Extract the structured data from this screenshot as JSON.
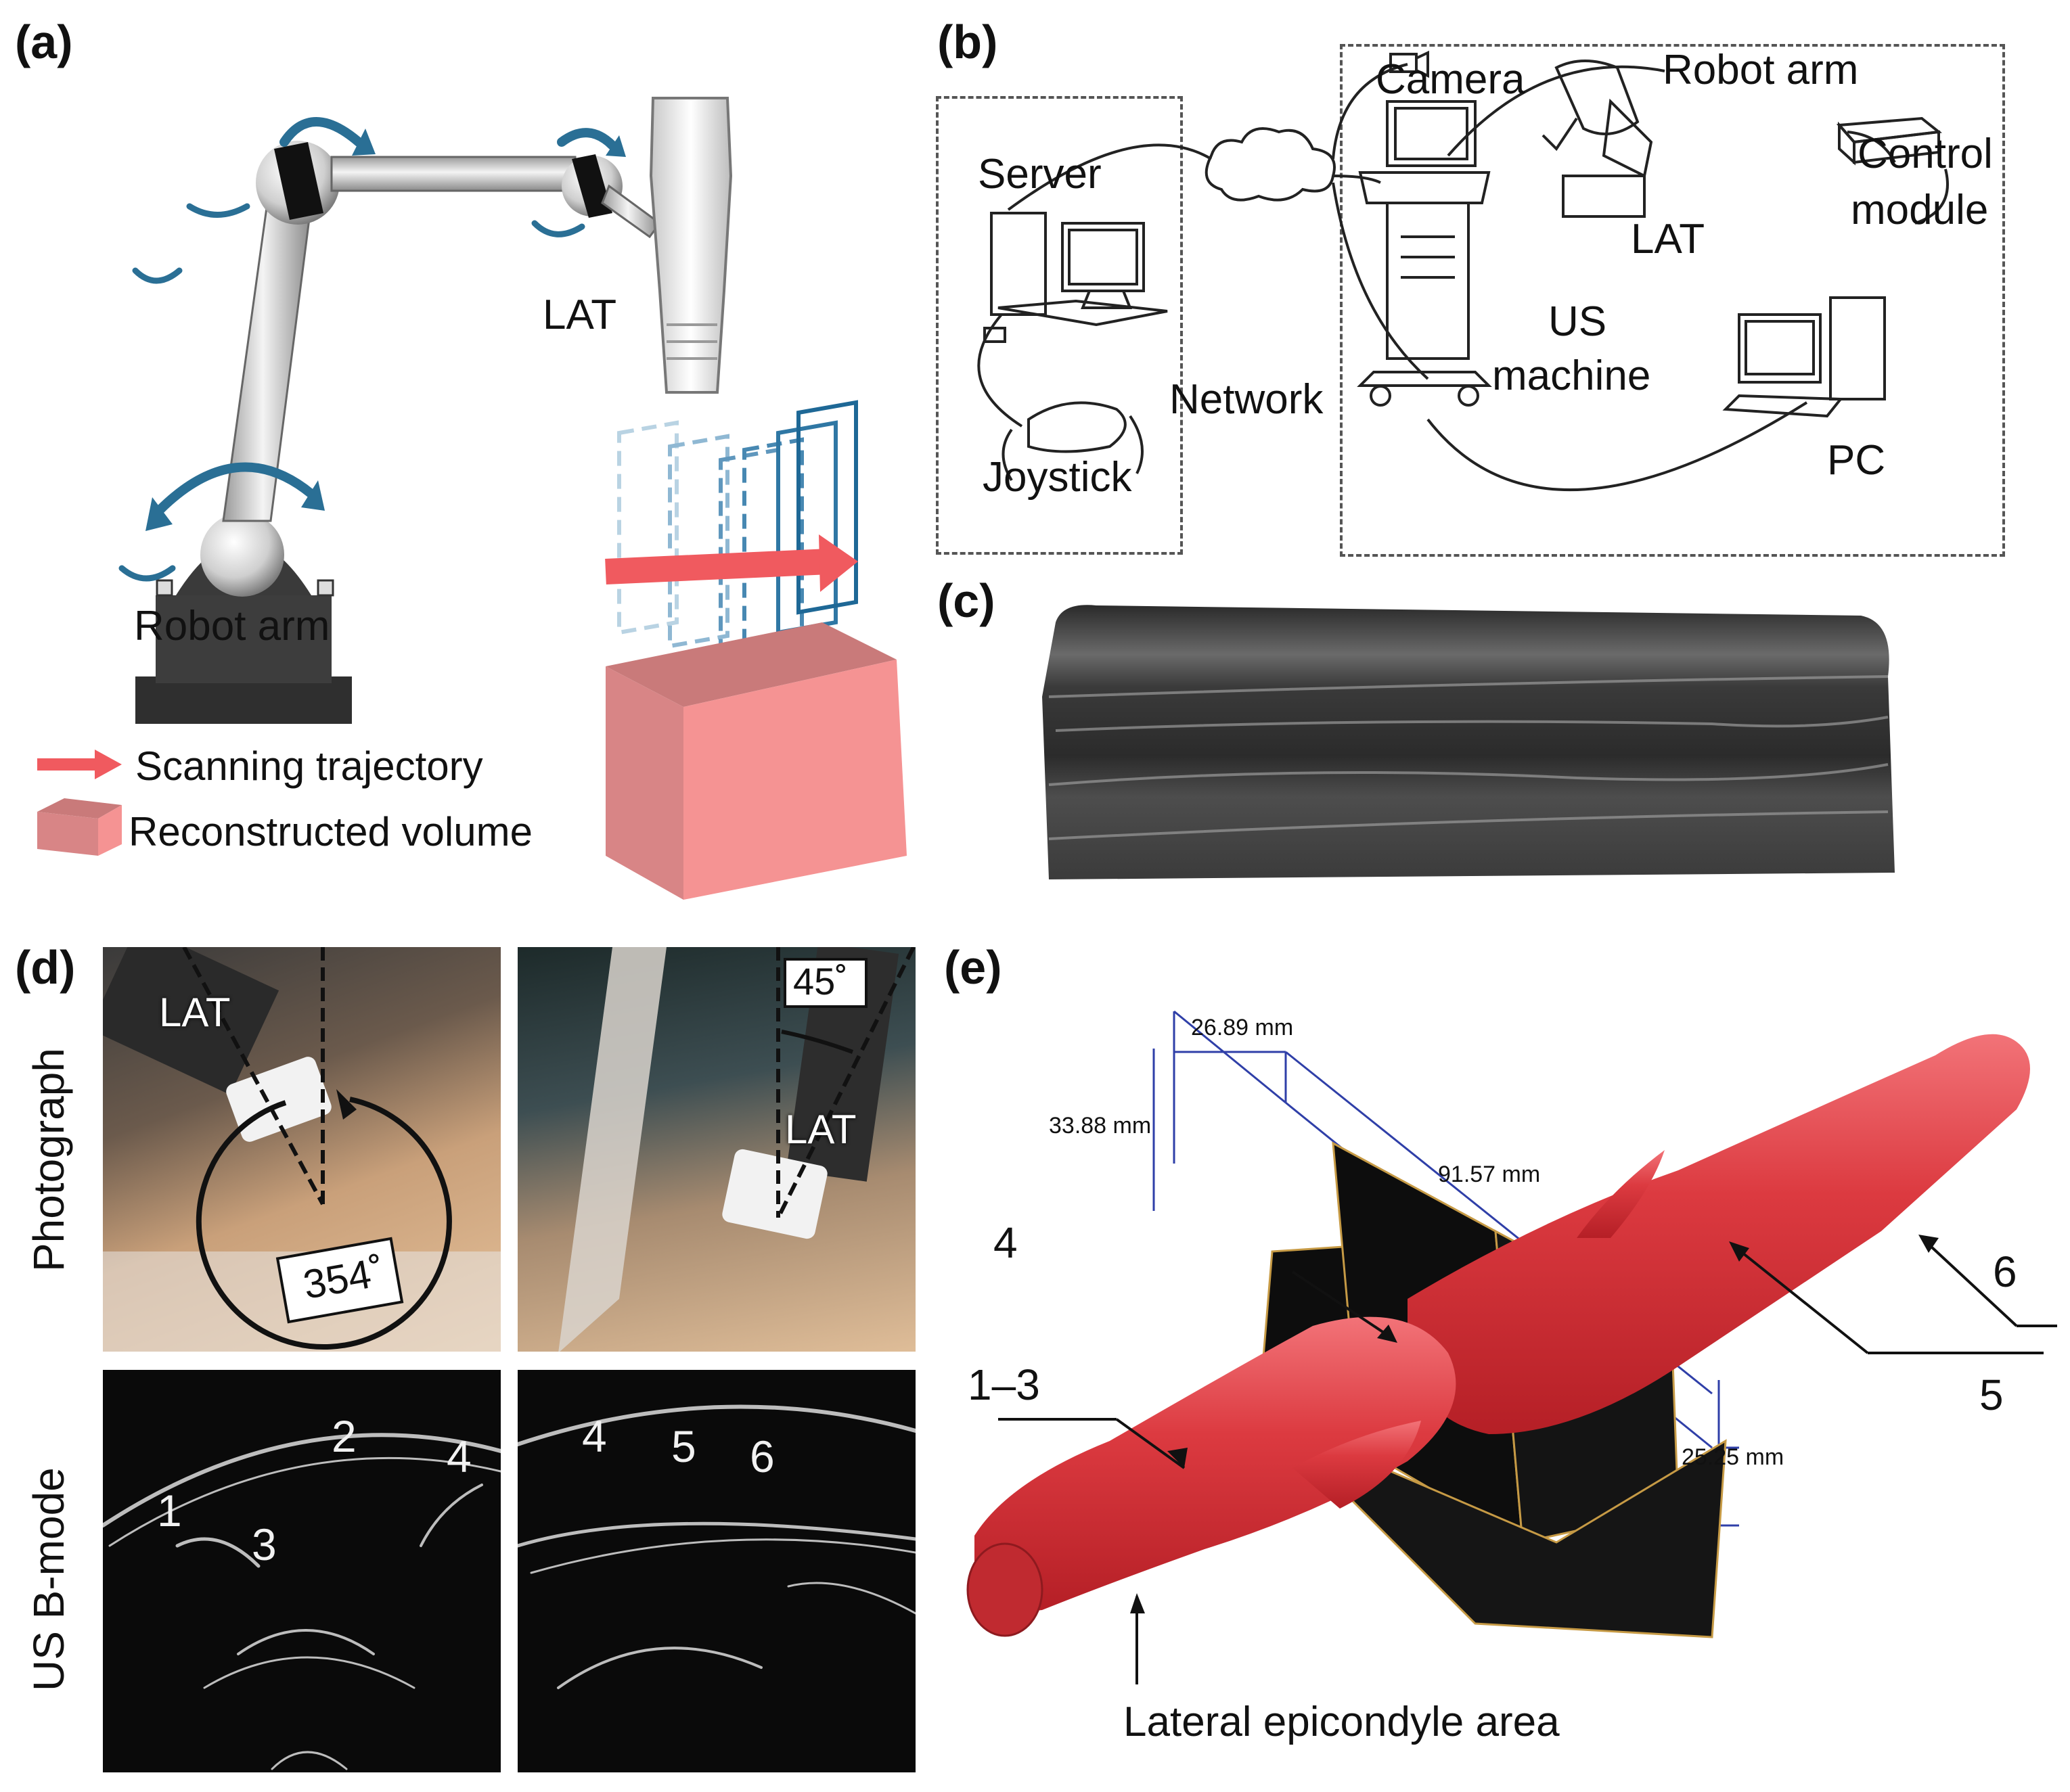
{
  "panels": {
    "a": {
      "letter": "(a)",
      "lat_label": "LAT",
      "robot_arm_label": "Robot arm",
      "legend": {
        "trajectory": "Scanning trajectory",
        "volume": "Reconstructed volume"
      },
      "colors": {
        "arrow_blue": "#2a6f95",
        "trajectory_red": "#f05a5f",
        "volume_pink": "#f59393"
      }
    },
    "b": {
      "letter": "(b)",
      "camera": "Camera",
      "robot_arm": "Robot arm",
      "control_module_line1": "Control",
      "control_module_line2": "module",
      "lat": "LAT",
      "server": "Server",
      "us_line1": "US",
      "us_line2": "machine",
      "network": "Network",
      "joystick": "Joystick",
      "pc": "PC"
    },
    "c": {
      "letter": "(c)"
    },
    "d": {
      "letter": "(d)",
      "row_photo": "Photograph",
      "row_bmode": "US B-mode",
      "lat_left": "LAT",
      "lat_right": "LAT",
      "angle_left": "354˚",
      "angle_right": "45˚",
      "bmode_left_numbers": [
        "1",
        "2",
        "3",
        "4"
      ],
      "bmode_right_numbers": [
        "4",
        "5",
        "6"
      ]
    },
    "e": {
      "letter": "(e)",
      "dim_width": "26.89 mm",
      "dim_height": "33.88 mm",
      "dim_length": "91.57 mm",
      "dim_depth": "25.25 mm",
      "label_4": "4",
      "label_1_3": "1–3",
      "label_5": "5",
      "label_6": "6",
      "lateral": "Lateral epicondyle area",
      "colors": {
        "muscle_red": "#d8333a",
        "dim_blue": "#2f3fa8"
      }
    }
  }
}
